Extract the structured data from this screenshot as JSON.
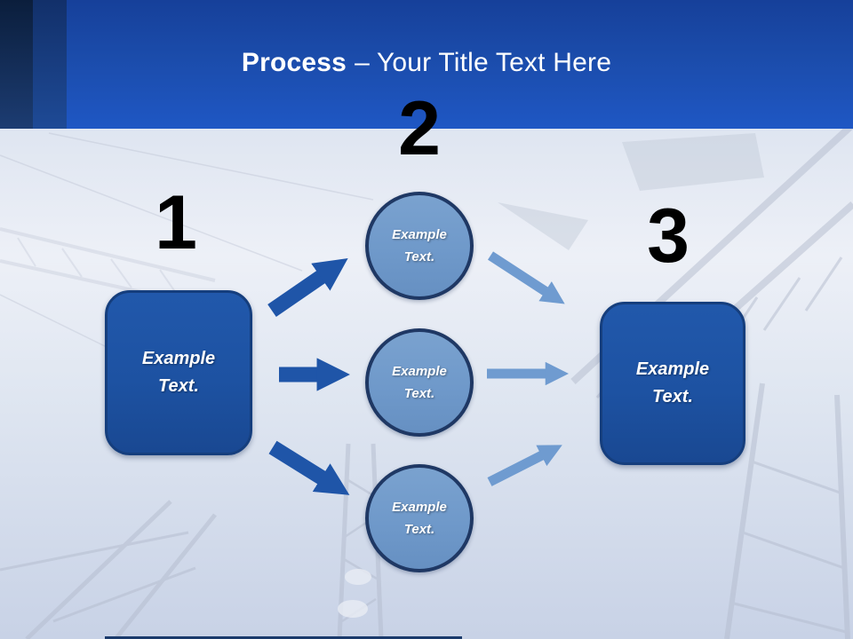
{
  "header": {
    "title_bold": "Process",
    "title_rest": "– Your Title Text Here"
  },
  "diagram": {
    "step1": {
      "number": "1",
      "label": "Example Text."
    },
    "step2": {
      "number": "2",
      "circles": [
        "Example Text.",
        "Example Text.",
        "Example Text."
      ]
    },
    "step3": {
      "number": "3",
      "label": "Example Text."
    }
  },
  "colors": {
    "header_top": "#16409A",
    "header_bottom": "#1F57C4",
    "left_stripe_dark": "#0B1E3C",
    "left_stripe_mid": "#12306A",
    "box_fill": "#1D52A2",
    "box_border": "#153E7D",
    "circle_fill": "#6F99CA",
    "circle_border": "#1F3864",
    "arrow_dark": "#1F55A8",
    "arrow_light": "#6F9BD0",
    "step_number_color": "#000000",
    "shape_text_color": "#FFFFFF"
  }
}
